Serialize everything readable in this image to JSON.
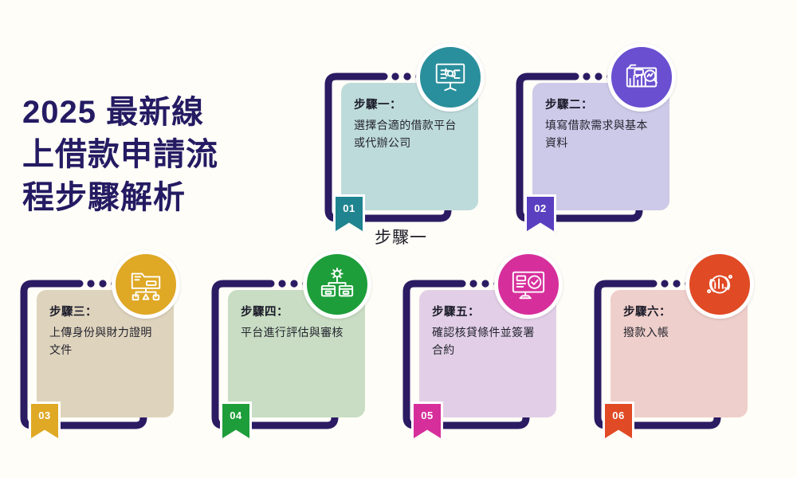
{
  "page": {
    "background_color": "#fffdf7",
    "title_color": "#241b63",
    "bracket_color": "#2b1b63",
    "title": "2025 最新線\n上借款申請流\n程步驟解析",
    "stray_caption": "步驟一"
  },
  "steps": [
    {
      "number": "01",
      "heading": "步驟一：",
      "body": "選擇合適的借款平台或代辦公司",
      "icon": "presentation-cycle-icon",
      "accent_color": "#2a8f9c",
      "card_color": "#bedbdb",
      "ribbon_color": "#1f8490"
    },
    {
      "number": "02",
      "heading": "步驟二：",
      "body": "填寫借款需求與基本資料",
      "icon": "chart-magnifier-icon",
      "accent_color": "#6a4fd0",
      "card_color": "#cdc9e8",
      "ribbon_color": "#5a3fc0"
    },
    {
      "number": "03",
      "heading": "步驟三：",
      "body": "上傳身份與財力證明文件",
      "icon": "folder-hierarchy-icon",
      "accent_color": "#dfa825",
      "card_color": "#ded3bc",
      "ribbon_color": "#dfa825"
    },
    {
      "number": "04",
      "heading": "步驟四：",
      "body": "平台進行評估與審核",
      "icon": "gear-boxes-icon",
      "accent_color": "#1e9e3a",
      "card_color": "#c8ddc3",
      "ribbon_color": "#1e9e3a"
    },
    {
      "number": "05",
      "heading": "步驟五：",
      "body": "確認核貸條件並簽署合約",
      "icon": "monitor-check-icon",
      "accent_color": "#d62f9b",
      "card_color": "#e2cfe7",
      "ribbon_color": "#d62f9b"
    },
    {
      "number": "06",
      "heading": "步驟六：",
      "body": "撥款入帳",
      "icon": "bar-chart-orbit-icon",
      "accent_color": "#e04a25",
      "card_color": "#efcfcb",
      "ribbon_color": "#e04a25"
    }
  ]
}
